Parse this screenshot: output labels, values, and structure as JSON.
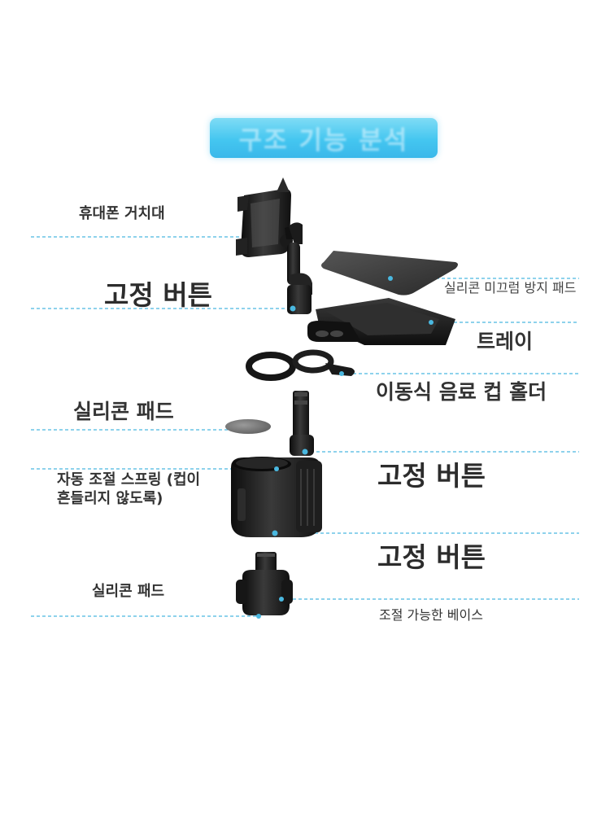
{
  "title": "구조 기능 분석",
  "labels": {
    "phone_holder": "휴대폰 거치대",
    "lock_button_1": "고정 버튼",
    "silicone_mat": "실리콘 미끄럼 방지 패드",
    "tray": "트레이",
    "cup_holder": "이동식 음료 컵 홀더",
    "silicone_pad_1": "실리콘 패드",
    "lock_button_2": "고정 버튼",
    "spring": "자동 조절 스프링 (컵이 흔들리지 않도록)",
    "lock_button_3": "고정 버튼",
    "silicone_pad_2": "실리콘 패드",
    "adjustable_base": "조절 가능한 베이스"
  },
  "colors": {
    "banner": "#44c6f0",
    "leader_line": "#4ab8e0",
    "product": "#1c1c1c"
  }
}
